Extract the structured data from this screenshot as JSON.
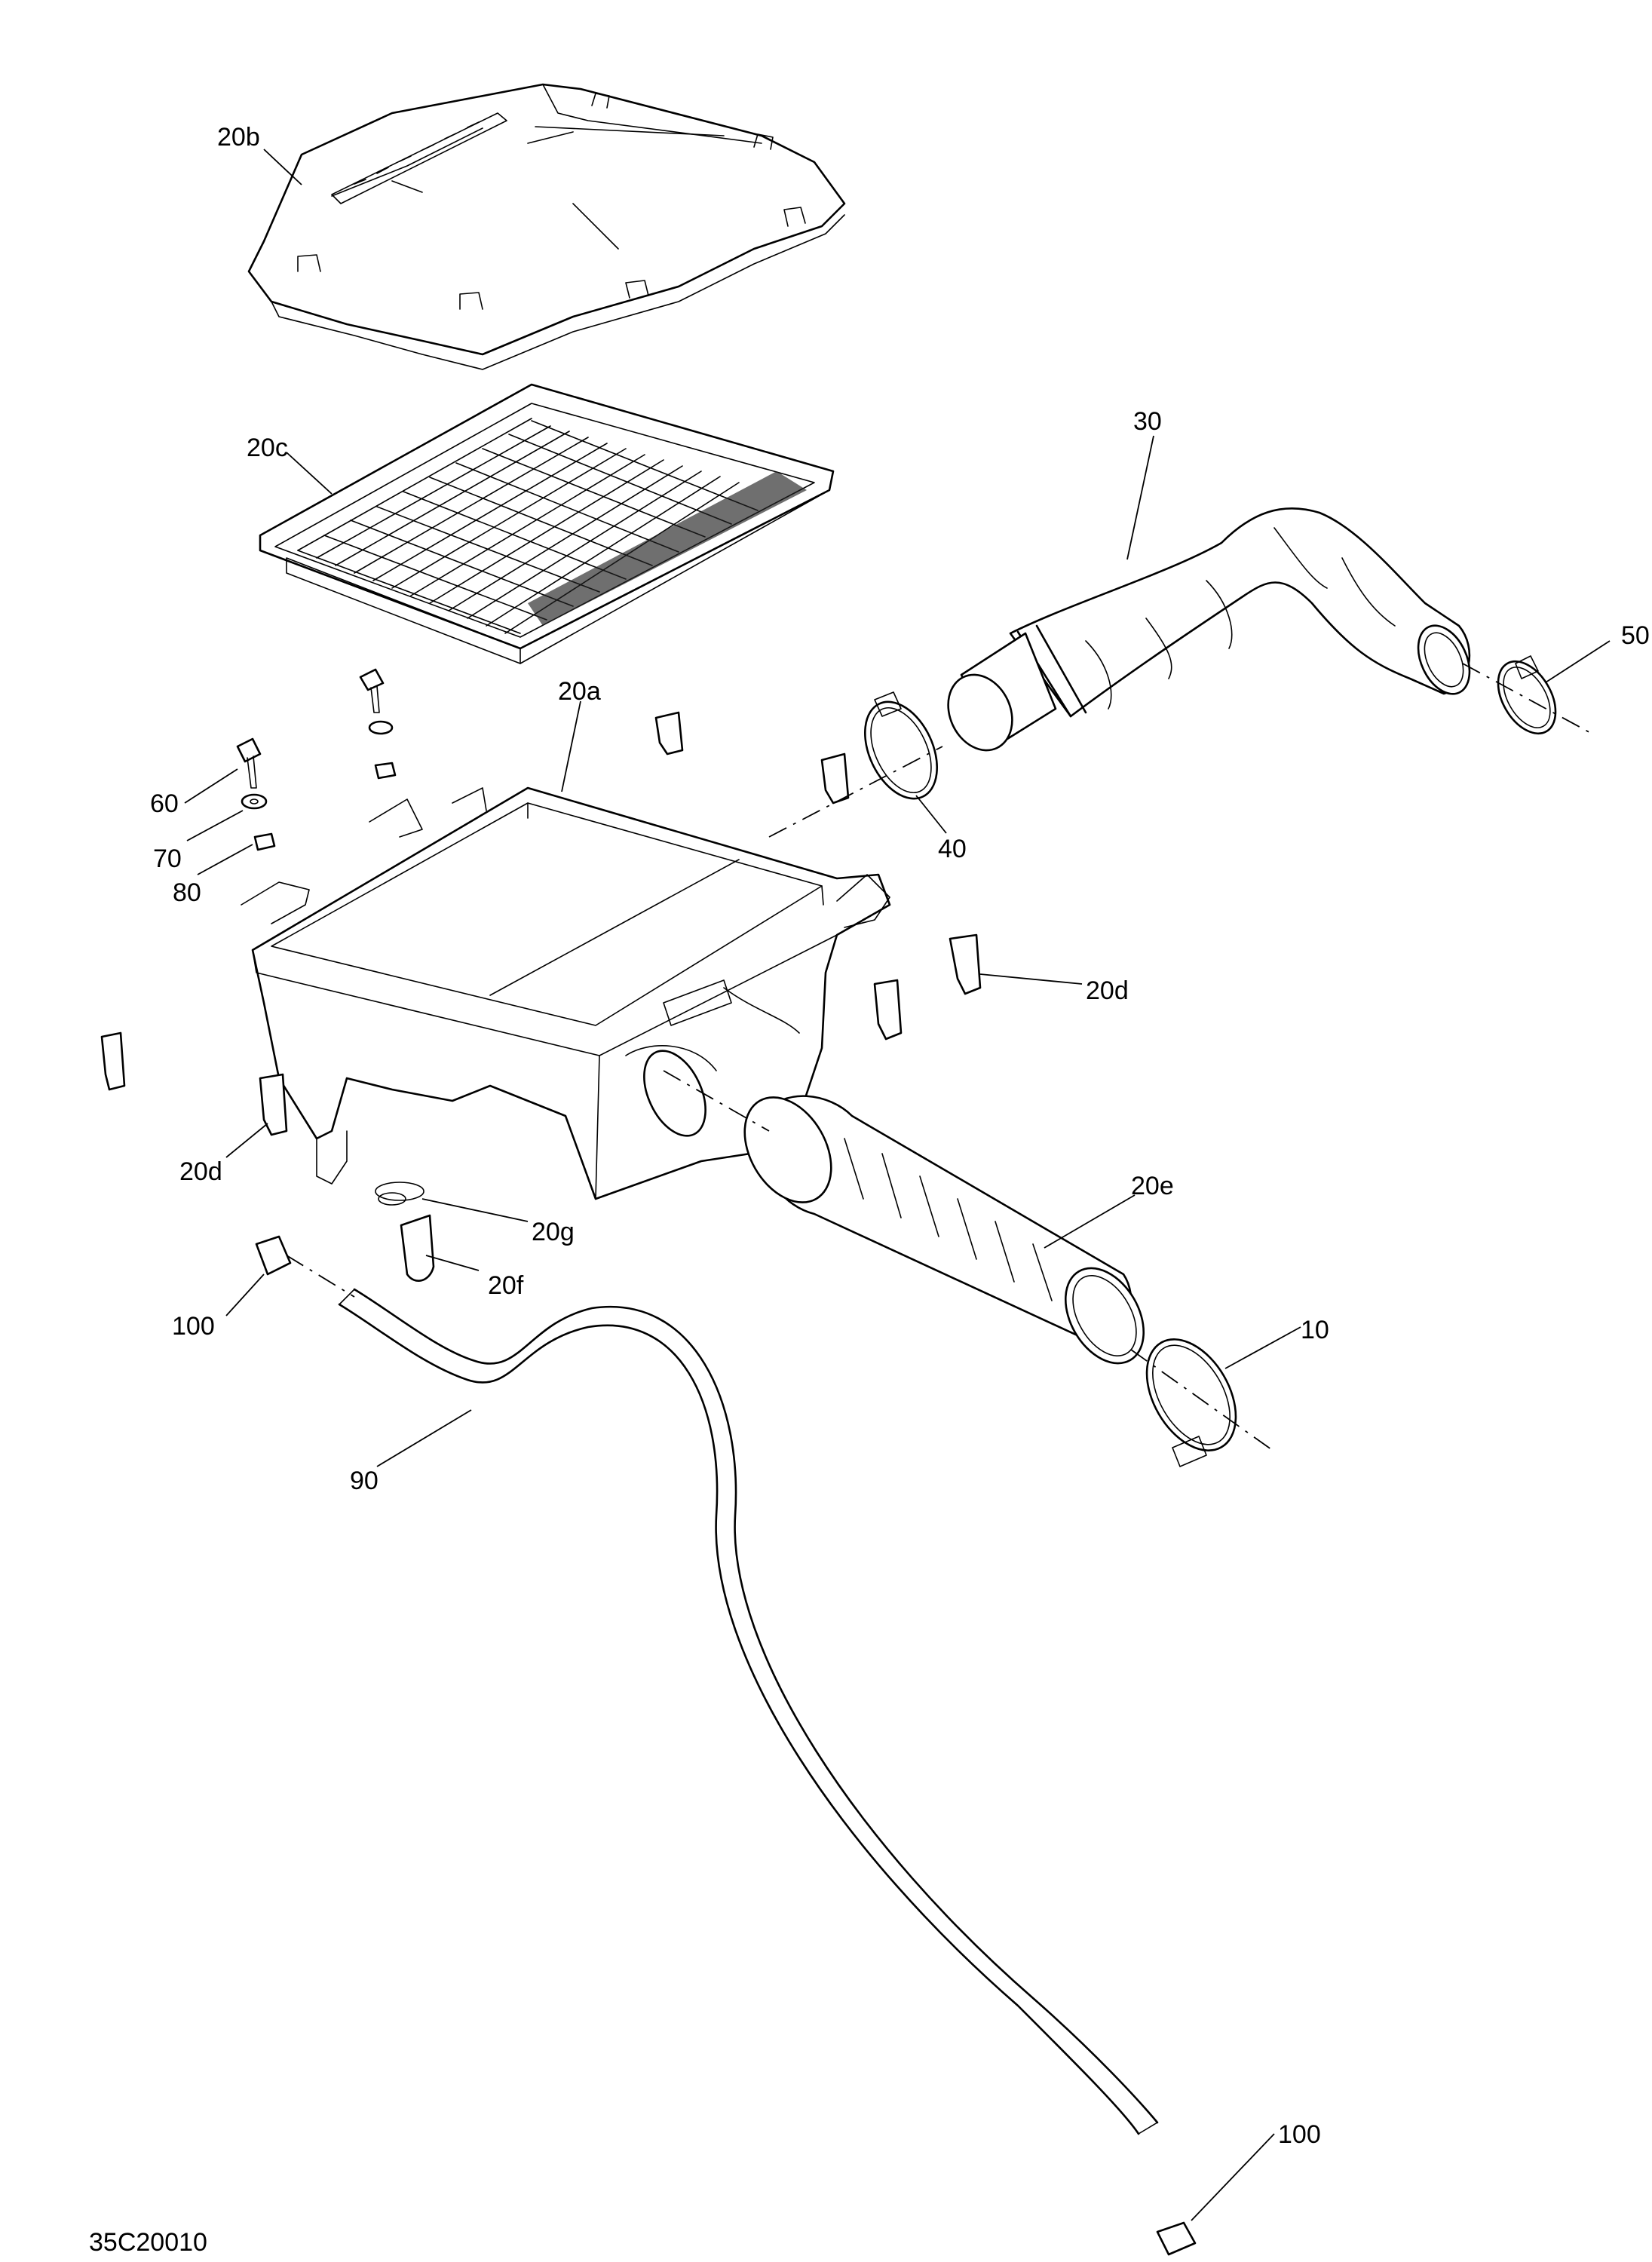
{
  "drawing_code": "35C20010",
  "callouts": {
    "c20b": "20b",
    "c20c": "20c",
    "c30": "30",
    "c50": "50",
    "c20a": "20a",
    "c60": "60",
    "c70": "70",
    "c80": "80",
    "c40": "40",
    "c20d_right": "20d",
    "c20d_left": "20d",
    "c20e": "20e",
    "c20g": "20g",
    "c20f": "20f",
    "c100_top": "100",
    "c10": "10",
    "c90": "90",
    "c100_bottom": "100"
  }
}
